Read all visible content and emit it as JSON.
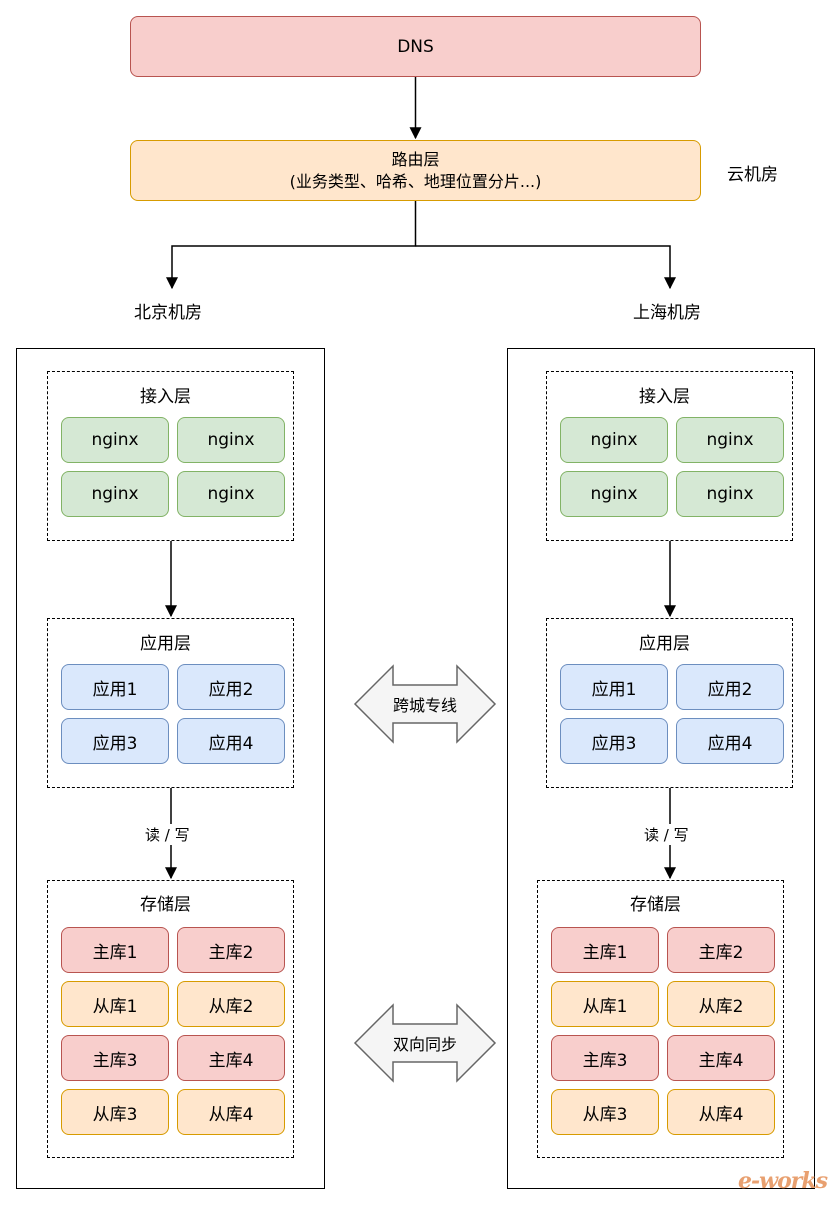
{
  "dns": {
    "label": "DNS"
  },
  "router": {
    "title": "路由层",
    "subtitle": "(业务类型、哈希、地理位置分片...)"
  },
  "cloud_label": "云机房",
  "datacenters": [
    {
      "name": "北京机房",
      "access": {
        "title": "接入层",
        "nodes": [
          "nginx",
          "nginx",
          "nginx",
          "nginx"
        ]
      },
      "app": {
        "title": "应用层",
        "nodes": [
          "应用1",
          "应用2",
          "应用3",
          "应用4"
        ]
      },
      "edge_label": "读 / 写",
      "storage": {
        "title": "存储层",
        "nodes": [
          "主库1",
          "主库2",
          "从库1",
          "从库2",
          "主库3",
          "主库4",
          "从库3",
          "从库4"
        ]
      }
    },
    {
      "name": "上海机房",
      "access": {
        "title": "接入层",
        "nodes": [
          "nginx",
          "nginx",
          "nginx",
          "nginx"
        ]
      },
      "app": {
        "title": "应用层",
        "nodes": [
          "应用1",
          "应用2",
          "应用3",
          "应用4"
        ]
      },
      "edge_label": "读 / 写",
      "storage": {
        "title": "存储层",
        "nodes": [
          "主库1",
          "主库2",
          "从库1",
          "从库2",
          "主库3",
          "主库4",
          "从库3",
          "从库4"
        ]
      }
    }
  ],
  "links": {
    "cross_city": "跨城专线",
    "sync": "双向同步"
  },
  "watermark": "e-works"
}
